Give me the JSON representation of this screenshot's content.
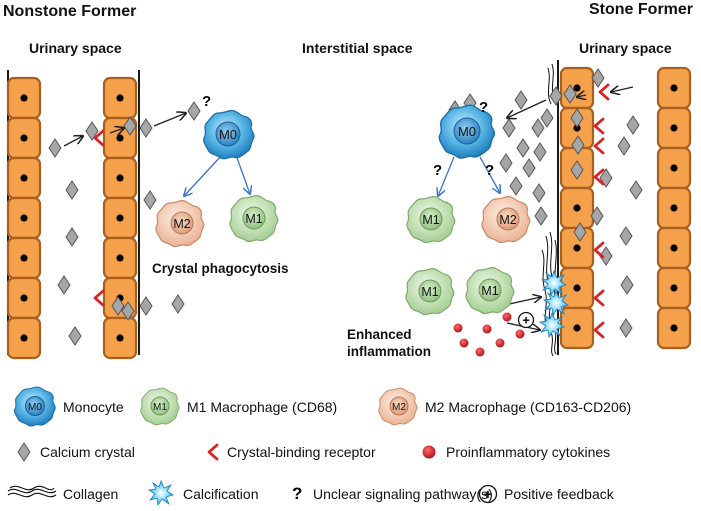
{
  "panels": {
    "left_title": "Nonstone Former",
    "right_title": "Stone Former",
    "left_urinary": "Urinary space",
    "interstitial": "Interstitial space",
    "right_urinary": "Urinary space"
  },
  "cells": {
    "monocyte": "M0",
    "m1": "M1",
    "m2": "M2"
  },
  "symbols": {
    "question": "?",
    "plus": "+"
  },
  "annotations": {
    "phagocytosis": "Crystal phagocytosis",
    "inflammation_line1": "Enhanced",
    "inflammation_line2": "inflammation"
  },
  "legend": {
    "monocyte": "Monocyte",
    "m1": "M1 Macrophage (CD68)",
    "m2": "M2 Macrophage (CD163-CD206)",
    "crystal": "Calcium crystal",
    "receptor": "Crystal-binding receptor",
    "cytokines": "Proinflammatory cytokines",
    "collagen": "Collagen",
    "calcification": "Calcification",
    "unclear": "Unclear signaling pathway(s)",
    "positive": "Positive feedback"
  },
  "colors": {
    "tubule_cell": "#f5a04a",
    "tubule_border": "#a9601f",
    "monocyte": "#3fa6dc",
    "m1": "#a9d49a",
    "m2": "#f2c4a8",
    "crystal": "#a6a6a6",
    "receptor": "#e02020",
    "cytokine": "#cc1a1f",
    "calcification": "#4db8e8"
  }
}
